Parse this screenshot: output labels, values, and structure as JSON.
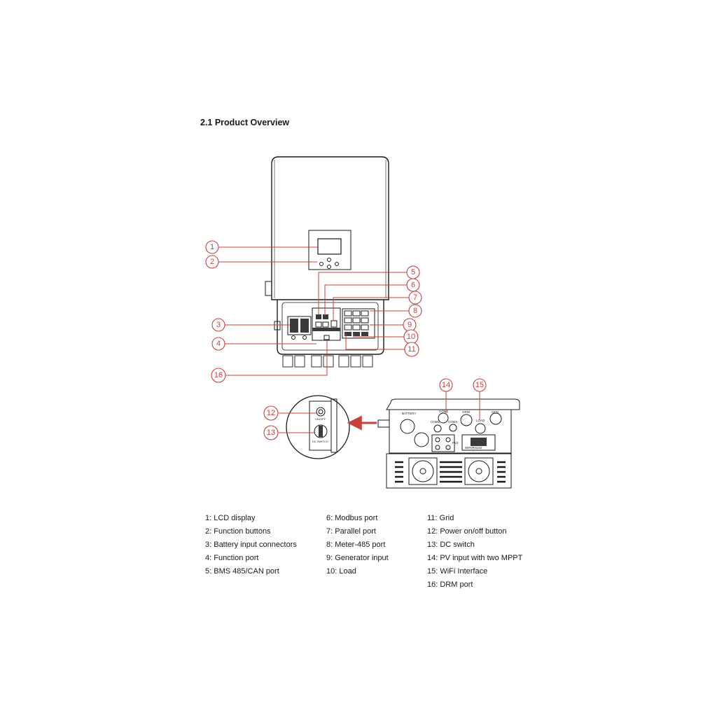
{
  "section_title": "2.1 Product Overview",
  "colors": {
    "callout": "#c8403f",
    "line": "#1a1a1a",
    "background": "#ffffff"
  },
  "callouts": [
    "1",
    "2",
    "3",
    "4",
    "5",
    "6",
    "7",
    "8",
    "9",
    "10",
    "11",
    "12",
    "13",
    "14",
    "15",
    "16"
  ],
  "panel_labels": {
    "battery": "BATTERY",
    "com1": "COM1",
    "com2": "COM2",
    "com3": "COM3",
    "grid": "GRID",
    "load": "LOAD",
    "gen": "GEN",
    "pv": "PV2",
    "wifi": "WIFI/RS232",
    "onoff": "ON/OFF",
    "dc": "DC SWITCH"
  },
  "legend": {
    "col1": [
      "1: LCD display",
      "2: Function buttons",
      "3: Battery input connectors",
      "4: Function port",
      "5: BMS 485/CAN port"
    ],
    "col2": [
      "6: Modbus port",
      "7: Parallel port",
      "8: Meter-485 port",
      "9: Generator input",
      "10: Load"
    ],
    "col3": [
      "11: Grid",
      "12: Power on/off button",
      "13: DC switch",
      "14: PV input with two MPPT",
      "15: WiFi Interface",
      "16: DRM port"
    ]
  }
}
